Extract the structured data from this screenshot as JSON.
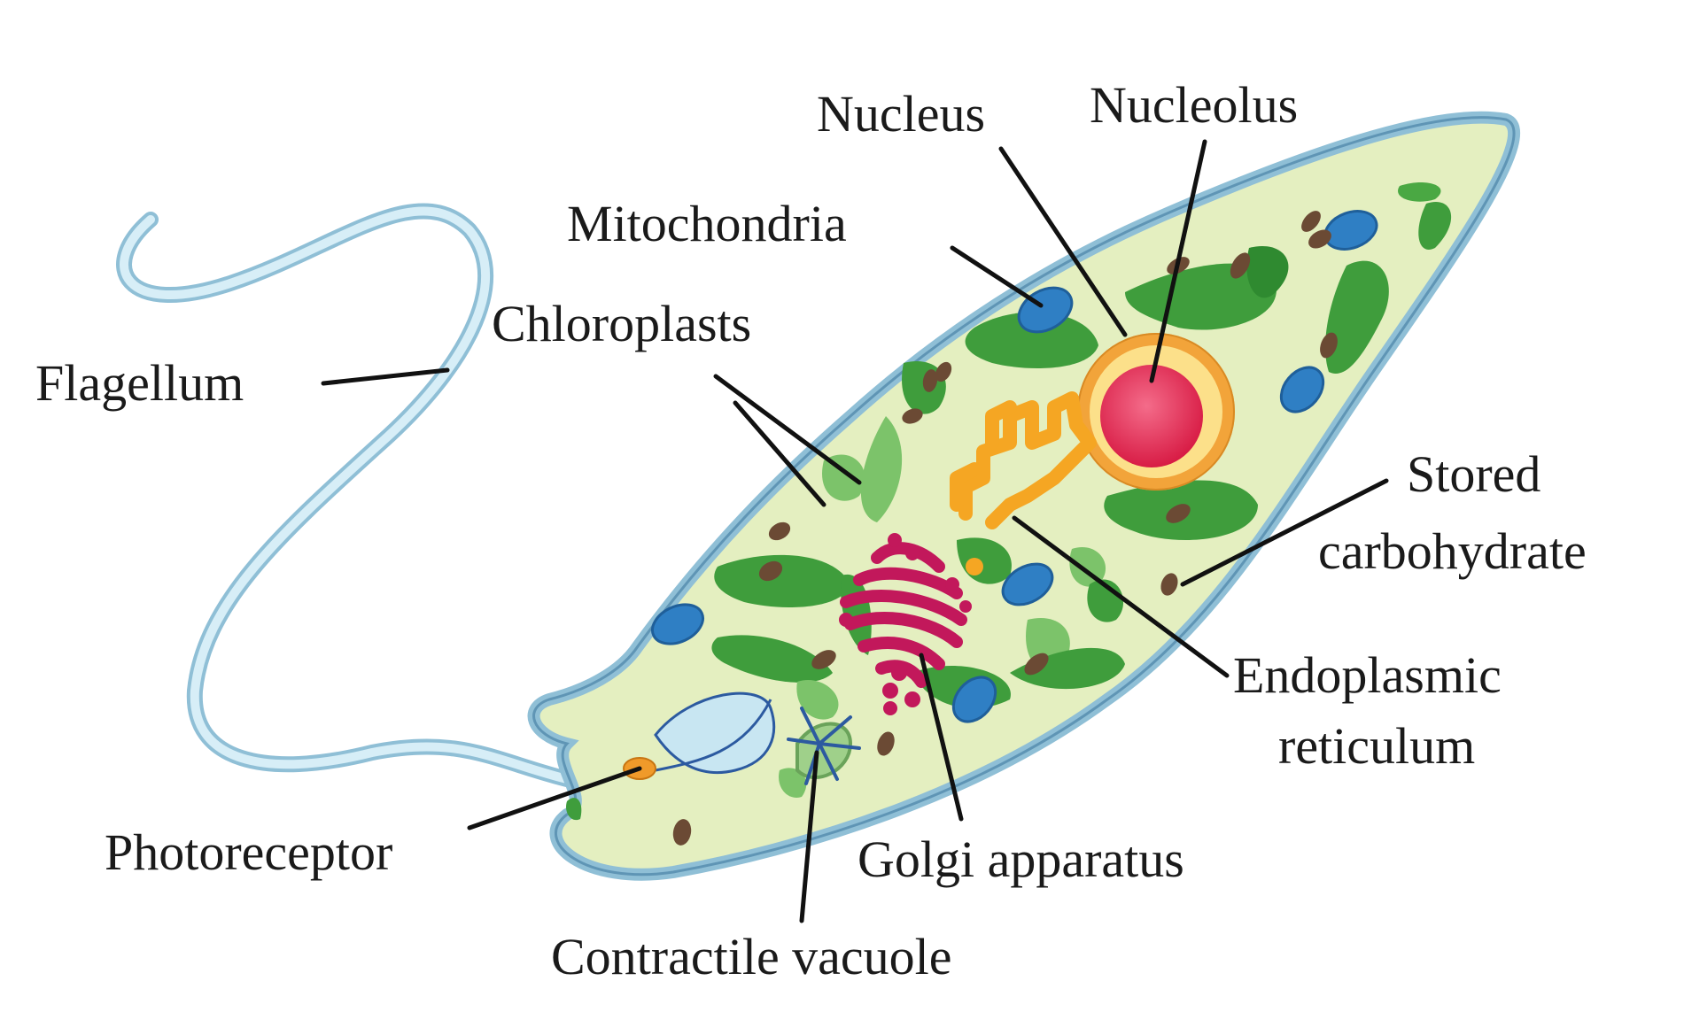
{
  "labels": {
    "flagellum": "Flagellum",
    "nucleus": "Nucleus",
    "nucleolus": "Nucleolus",
    "mitochondria": "Mitochondria",
    "chloroplasts": "Chloroplasts",
    "stored_line1": "Stored",
    "stored_line2": "carbohydrate",
    "er_line1": "Endoplasmic",
    "er_line2": "reticulum",
    "golgi": "Golgi apparatus",
    "photoreceptor": "Photoreceptor",
    "contractile_vacuole": "Contractile vacuole"
  },
  "colors": {
    "cell_membrane": "#9ccfe3",
    "cytoplasm": "#e4efc0",
    "chloroplast": "#3f9d3c",
    "chloroplast_light": "#7cc36a",
    "mitochondria": "#2f7fc4",
    "nucleus_envelope": "#f2a43a",
    "nucleolus": "#e0284f",
    "er": "#f5a623",
    "golgi": "#c2185b",
    "stored_carbohydrate": "#6b4a34",
    "photoreceptor": "#f09a2a",
    "contractile_vacuole": "#2c5aa0"
  }
}
